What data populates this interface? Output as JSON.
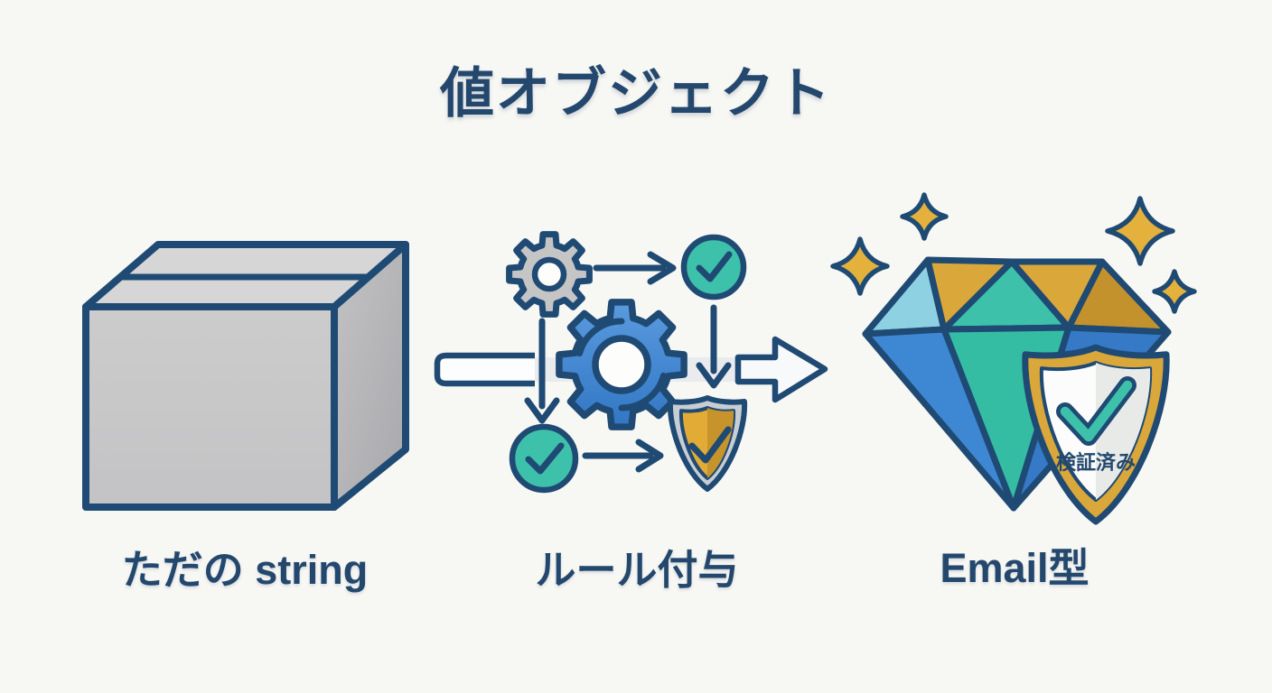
{
  "title": "値オブジェクト",
  "sections": [
    {
      "id": "plain-string",
      "label": "ただの string",
      "icon": "box-icon"
    },
    {
      "id": "rule-application",
      "label": "ルール付与",
      "icons": [
        "gear-icon",
        "check-circle-icon",
        "gear-icon-large",
        "check-circle-icon",
        "shield-check-icon",
        "flow-arrow-icon"
      ]
    },
    {
      "id": "email-type",
      "label": "Email型",
      "badge_text": "検証済み",
      "icons": [
        "diamond-icon",
        "sparkle-icon",
        "verified-shield-icon"
      ]
    }
  ],
  "colors": {
    "bg": "#f7f7f4",
    "navy": "#1f4a73",
    "text": "#24486d",
    "teal": "#3ec1ab",
    "blue": "#3e87d3",
    "light_blue": "#8ed1e3",
    "gold": "#d9a73a",
    "gold_dark": "#c3922c",
    "silver": "#c8cdd3",
    "gray": "#c5c5c5",
    "band": "#e9ebee",
    "white": "#fbfcfb"
  }
}
